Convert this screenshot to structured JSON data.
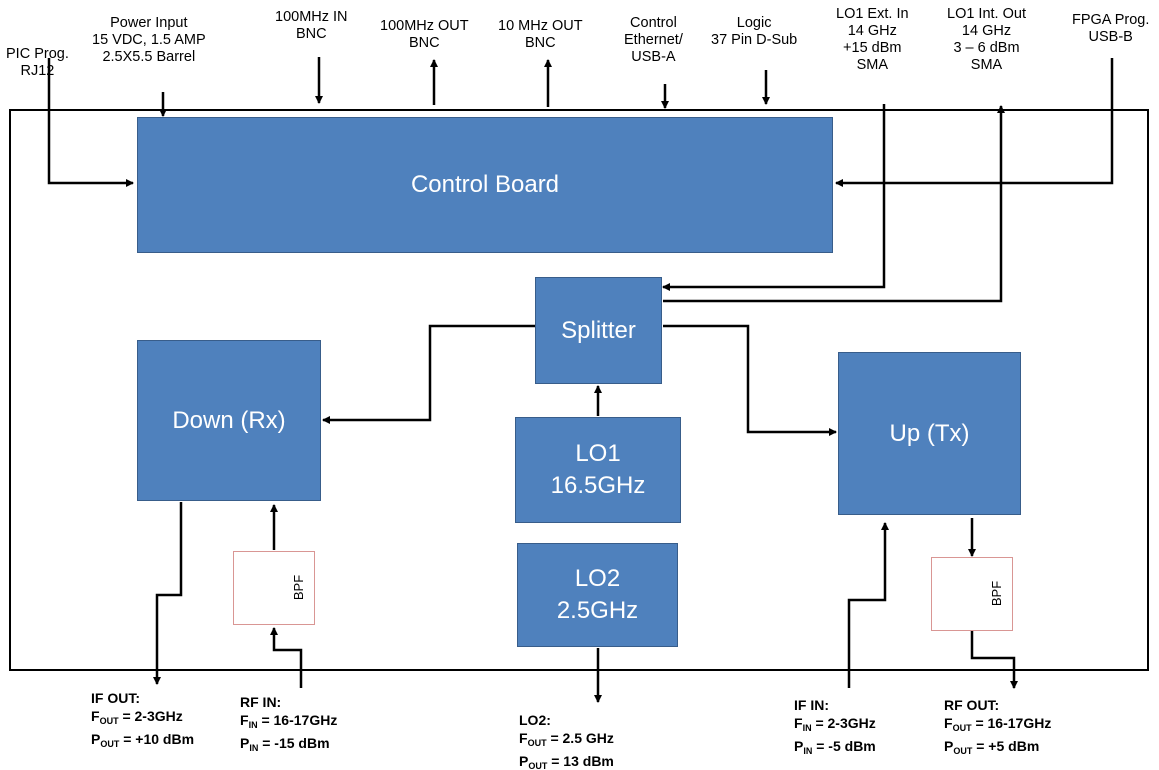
{
  "top_labels": {
    "pic_prog": [
      "PIC Prog.",
      "RJ12"
    ],
    "power_input": [
      "Power Input",
      "15 VDC, 1.5 AMP",
      "2.5X5.5 Barrel"
    ],
    "in_100mhz": [
      "100MHz IN",
      "BNC"
    ],
    "out_100mhz": [
      "100MHz OUT",
      "BNC"
    ],
    "out_10mhz": [
      "10 MHz OUT",
      "BNC"
    ],
    "control": [
      "Control",
      "Ethernet/",
      "USB-A"
    ],
    "logic": [
      "Logic",
      "37 Pin D-Sub"
    ],
    "lo1_ext_in": [
      "LO1 Ext. In",
      "14 GHz",
      "+15 dBm",
      "SMA"
    ],
    "lo1_int_out": [
      "LO1 Int. Out",
      "14 GHz",
      "3 – 6 dBm",
      "SMA"
    ],
    "fpga_prog": [
      "FPGA Prog.",
      "USB-B"
    ]
  },
  "blocks": {
    "control_board": "Control Board",
    "splitter": "Splitter",
    "down_rx": "Down (Rx)",
    "up_tx": "Up (Tx)",
    "lo1_name": "LO1",
    "lo1_freq": "16.5GHz",
    "lo2_name": "LO2",
    "lo2_freq": "2.5GHz",
    "bpf": "BPF"
  },
  "ports": {
    "if_out": {
      "title": "IF OUT:",
      "f_sym": "F",
      "f_sub": "OUT",
      "f_val": " = 2-3GHz",
      "p_sym": "P",
      "p_sub": "OUT",
      "p_val": " = +10 dBm"
    },
    "rf_in": {
      "title": "RF IN:",
      "f_sym": "F",
      "f_sub": "IN",
      "f_val": " = 16-17GHz",
      "p_sym": "P",
      "p_sub": "IN",
      "p_val": " =  -15 dBm"
    },
    "lo2": {
      "title": "LO2:",
      "f_sym": "F",
      "f_sub": "OUT",
      "f_val": " = 2.5 GHz",
      "p_sym": "P",
      "p_sub": "OUT",
      "p_val": " =  13 dBm"
    },
    "if_in": {
      "title": "IF IN:",
      "f_sym": "F",
      "f_sub": "IN",
      "f_val": " = 2-3GHz",
      "p_sym": "P",
      "p_sub": "IN",
      "p_val": " = -5 dBm"
    },
    "rf_out": {
      "title": "RF OUT:",
      "f_sym": "F",
      "f_sub": "OUT",
      "f_val": " = 16-17GHz",
      "p_sym": "P",
      "p_sub": "OUT",
      "p_val": " =  +5 dBm"
    }
  },
  "colors": {
    "block_fill": "#4f81bd",
    "block_border": "#385d8a",
    "bpf_border": "#d99694",
    "bpf_symbol": "#4f81bd",
    "line": "#000000"
  }
}
